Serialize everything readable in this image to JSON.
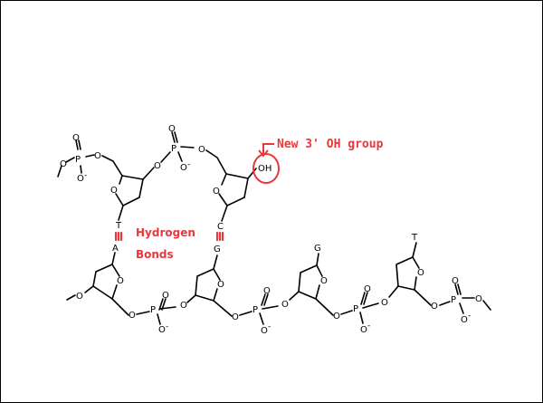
{
  "atoms": {
    "O": "O",
    "P": "P",
    "OH": "OH",
    "neg": "-"
  },
  "bases": {
    "upper_left": "T",
    "upper_right": "C",
    "lower_1": "A",
    "lower_2": "G",
    "lower_3": "G",
    "lower_4": "T"
  },
  "annotations": {
    "hydrogen_bonds_line1": "Hydrogen",
    "hydrogen_bonds_line2": "Bonds",
    "new_oh": "New 3' OH group"
  },
  "colors": {
    "annotation": "#e8383d",
    "structure": "#000000"
  }
}
